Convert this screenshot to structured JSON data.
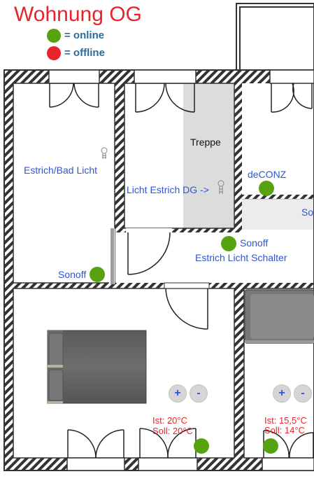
{
  "title": "Wohnung OG",
  "legend": [
    {
      "label": "= online",
      "color": "#56a20f"
    },
    {
      "label": "= offline",
      "color": "#e8242a"
    }
  ],
  "labels": {
    "estrich_bad_licht": "Estrich/Bad Licht",
    "treppe": "Treppe",
    "licht_estrich_dg": "Licht Estrich DG ->",
    "deconz": "deCONZ",
    "so_cut": "So",
    "sonoff_schalter": "Sonoff",
    "estrich_licht_schalter": "Estrich Licht Schalter",
    "sonoff_left": "Sonoff"
  },
  "thermostat_left": {
    "ist": "Ist: 20°C",
    "soll": "Soll: 20°C",
    "plus": "+",
    "minus": "-"
  },
  "thermostat_right": {
    "ist": "Ist: 15,5°C",
    "soll": "Soll: 14°C",
    "plus": "+",
    "minus": "-"
  },
  "colors": {
    "online": "#56a20f",
    "offline": "#e8242a",
    "label_blue": "#2d55d8",
    "title_red": "#e8242a"
  },
  "icons": [
    "light-bulb-icon",
    "bed-icon",
    "bathtub-icon"
  ]
}
